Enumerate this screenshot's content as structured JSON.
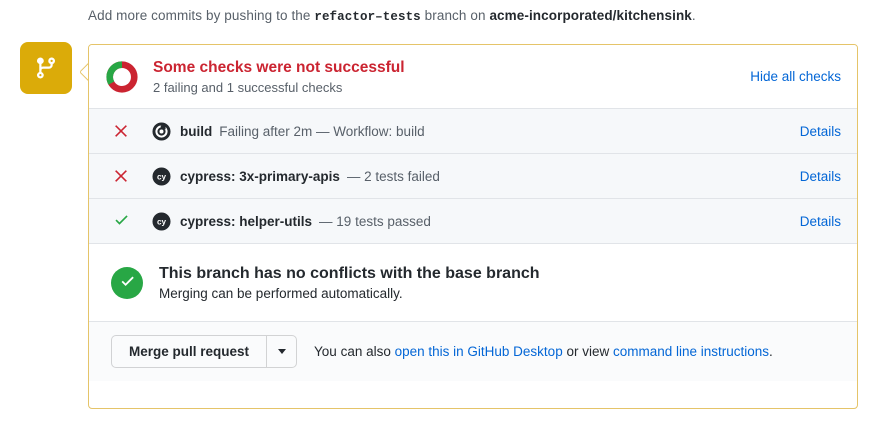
{
  "top_notice": {
    "prefix": "Add more commits by pushing to the ",
    "branch": "refactor–tests",
    "middle": " branch on ",
    "repo": "acme-incorporated/kitchensink",
    "suffix": "."
  },
  "badge": {
    "icon": "git-branch-icon",
    "color": "#dbab09"
  },
  "checks_header": {
    "status_icon": "donut-progress-icon",
    "title": "Some checks were not successful",
    "subtitle": "2 failing and 1 successful checks",
    "toggle_label": "Hide all checks",
    "title_color": "#cb2431",
    "link_color": "#0366d6",
    "donut_red": "#cb2431",
    "donut_green": "#28a745"
  },
  "checks": [
    {
      "status": "failure",
      "status_icon": "x-icon",
      "app_icon": "github-actions-icon",
      "name": "build",
      "description": "Failing after 2m — Workflow: build",
      "details_label": "Details"
    },
    {
      "status": "failure",
      "status_icon": "x-icon",
      "app_icon": "cypress-icon",
      "name": "cypress: 3x-primary-apis",
      "description": "— 2 tests failed",
      "details_label": "Details"
    },
    {
      "status": "success",
      "status_icon": "check-icon",
      "app_icon": "cypress-icon",
      "name": "cypress: helper-utils",
      "description": "— 19 tests passed",
      "details_label": "Details"
    }
  ],
  "conflict": {
    "icon": "check-circle-icon",
    "icon_color": "#28a745",
    "title": "This branch has no conflicts with the base branch",
    "subtitle": "Merging can be performed automatically."
  },
  "footer": {
    "merge_label": "Merge pull request",
    "dropdown_icon": "chevron-down-icon",
    "text_before": "You can also ",
    "link_desktop": "open this in GitHub Desktop",
    "text_middle": " or view ",
    "link_cli": "command line instructions",
    "text_after": "."
  }
}
